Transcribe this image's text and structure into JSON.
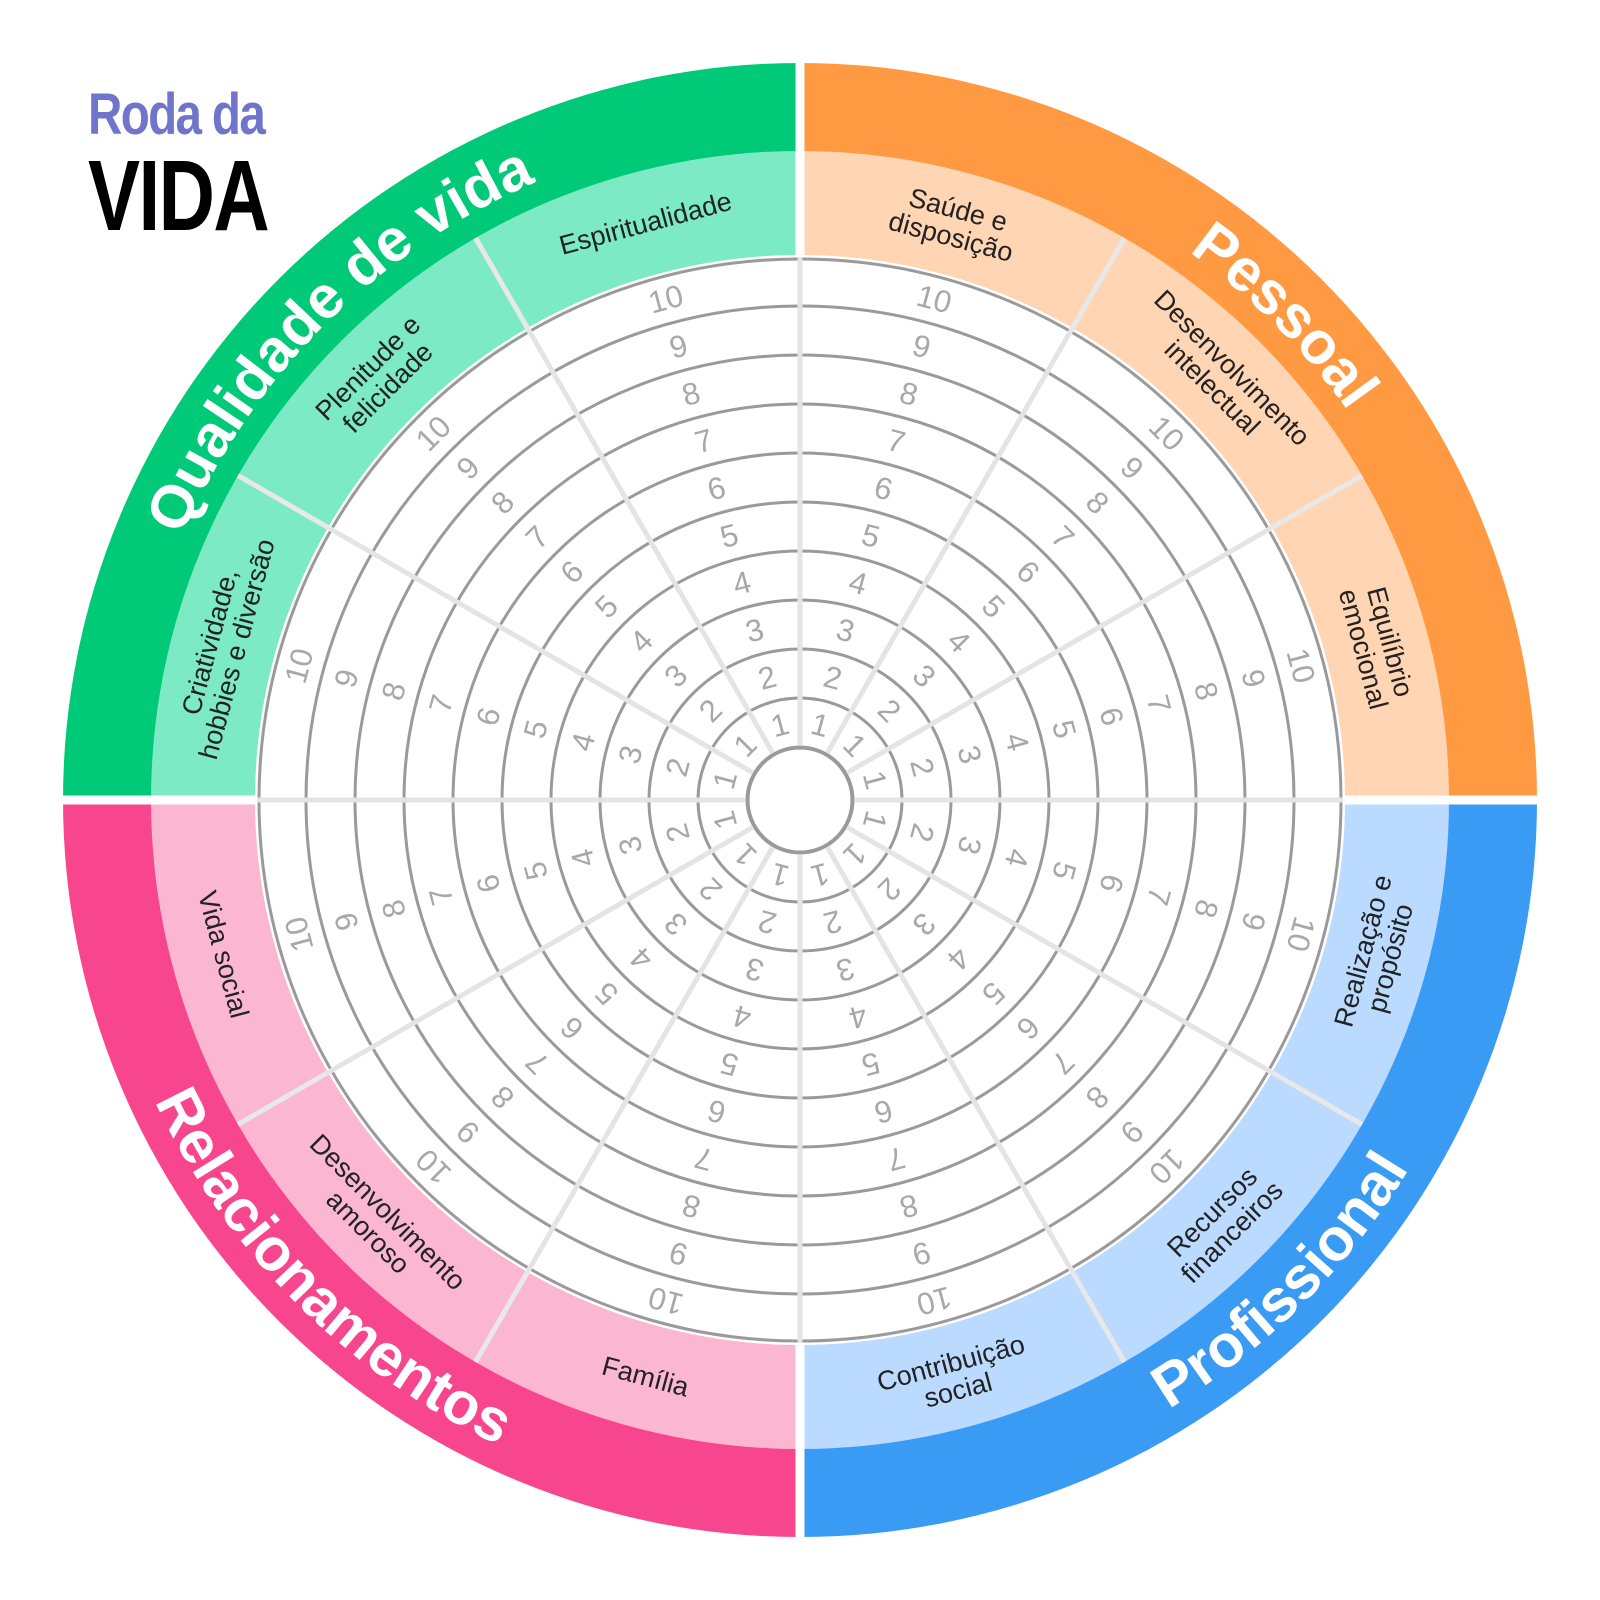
{
  "title": {
    "line1": "Roda da",
    "line2": "VIDA"
  },
  "scale": [
    "1",
    "2",
    "3",
    "4",
    "5",
    "6",
    "7",
    "8",
    "9",
    "10"
  ],
  "categories": [
    {
      "name": "Pessoal",
      "dark": "#ff9a42",
      "light": "#ffd5b3",
      "segments": [
        [
          "Saúde e",
          "disposição"
        ],
        [
          "Desenvolvimento",
          "intelectual"
        ],
        [
          "Equilíbrio",
          "emocional"
        ]
      ]
    },
    {
      "name": "Profissional",
      "dark": "#3a9bf4",
      "light": "#badaff",
      "segments": [
        [
          "Realização e",
          "propósito"
        ],
        [
          "Recursos",
          "financeiros"
        ],
        [
          "Contribuição",
          "social"
        ]
      ]
    },
    {
      "name": "Relacionamentos",
      "dark": "#f7468e",
      "light": "#fbb7d2",
      "segments": [
        [
          "Família"
        ],
        [
          "Desenvolvimento",
          "amoroso"
        ],
        [
          "Vida social"
        ]
      ]
    },
    {
      "name": "Qualidade de vida",
      "dark": "#00c978",
      "light": "#7deac6",
      "segments": [
        [
          "Criatividade,",
          "hobbies e diversão"
        ],
        [
          "Plenitude e",
          "felicidade"
        ],
        [
          "Espiritualidade"
        ]
      ]
    }
  ]
}
